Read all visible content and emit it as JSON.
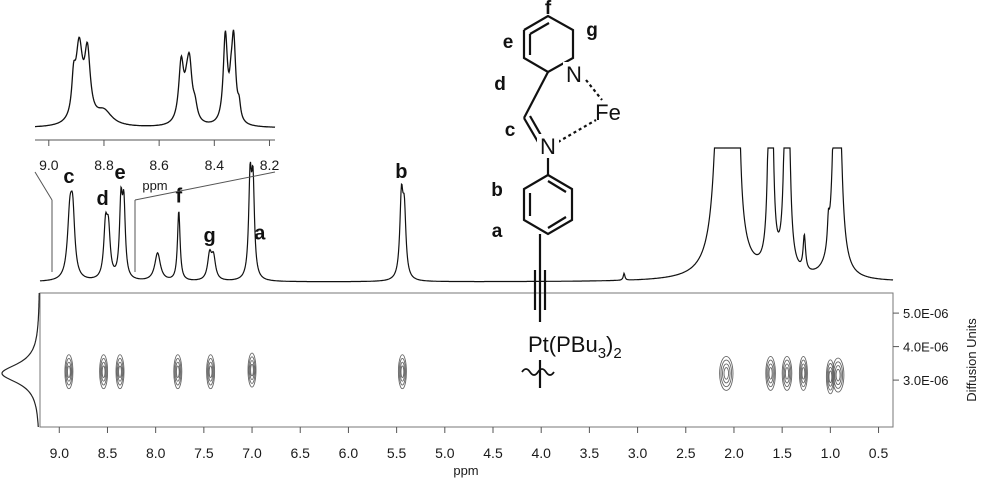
{
  "chart_data": {
    "type": "line",
    "title": "",
    "xlabel": "ppm",
    "xlim": [
      9.2,
      0.35
    ],
    "x_ticks": [
      "9.0",
      "8.5",
      "8.0",
      "7.5",
      "7.0",
      "6.5",
      "6.0",
      "5.5",
      "5.0",
      "4.5",
      "4.0",
      "3.5",
      "3.0",
      "2.5",
      "2.0",
      "1.5",
      "1.0",
      "0.5"
    ],
    "spectrum_peaks": [
      {
        "ppm": 8.89,
        "height": 0.62,
        "width": 0.03
      },
      {
        "ppm": 8.86,
        "height": 0.55,
        "width": 0.025
      },
      {
        "ppm": 8.52,
        "height": 0.5,
        "width": 0.022
      },
      {
        "ppm": 8.49,
        "height": 0.45,
        "width": 0.022
      },
      {
        "ppm": 8.36,
        "height": 0.73,
        "width": 0.018
      },
      {
        "ppm": 8.33,
        "height": 0.7,
        "width": 0.018
      },
      {
        "ppm": 7.98,
        "height": 0.28,
        "width": 0.035
      },
      {
        "ppm": 7.76,
        "height": 0.7,
        "width": 0.016
      },
      {
        "ppm": 7.44,
        "height": 0.25,
        "width": 0.025
      },
      {
        "ppm": 7.4,
        "height": 0.22,
        "width": 0.025
      },
      {
        "ppm": 7.02,
        "height": 0.95,
        "width": 0.018
      },
      {
        "ppm": 6.99,
        "height": 0.9,
        "width": 0.018
      },
      {
        "ppm": 5.45,
        "height": 0.78,
        "width": 0.02
      },
      {
        "ppm": 5.42,
        "height": 0.62,
        "width": 0.02
      },
      {
        "ppm": 3.14,
        "height": 0.07,
        "width": 0.01
      },
      {
        "ppm": 2.12,
        "height": 4.5,
        "width": 0.045
      },
      {
        "ppm": 2.05,
        "height": 4.5,
        "width": 0.04
      },
      {
        "ppm": 1.97,
        "height": 4.5,
        "width": 0.015
      },
      {
        "ppm": 1.62,
        "height": 4.5,
        "width": 0.018
      },
      {
        "ppm": 1.45,
        "height": 4.5,
        "width": 0.02
      },
      {
        "ppm": 1.27,
        "height": 0.35,
        "width": 0.015
      },
      {
        "ppm": 1.02,
        "height": 0.25,
        "width": 0.012
      },
      {
        "ppm": 0.93,
        "height": 4.5,
        "width": 0.03
      }
    ],
    "peak_labels": [
      {
        "text": "c",
        "ppm": 8.9
      },
      {
        "text": "d",
        "ppm": 8.55
      },
      {
        "text": "e",
        "ppm": 8.37
      },
      {
        "text": "f",
        "ppm": 7.76
      },
      {
        "text": "g",
        "ppm": 7.44
      },
      {
        "text": "a",
        "ppm": 6.92
      },
      {
        "text": "b",
        "ppm": 5.45
      }
    ],
    "inset": {
      "xlabel": "ppm",
      "xlim": [
        9.05,
        8.18
      ],
      "x_ticks": [
        "9.0",
        "8.8",
        "8.6",
        "8.4",
        "8.2"
      ]
    },
    "dosy": {
      "ylabel": "Diffusion Units",
      "y_ticks": [
        "5.0E-06",
        "4.0E-06",
        "3.0E-06"
      ],
      "spots": [
        {
          "ppm": 8.9,
          "d": 3.25e-06,
          "w": 0.05
        },
        {
          "ppm": 8.54,
          "d": 3.25e-06,
          "w": 0.05
        },
        {
          "ppm": 8.37,
          "d": 3.25e-06,
          "w": 0.05
        },
        {
          "ppm": 7.77,
          "d": 3.25e-06,
          "w": 0.04
        },
        {
          "ppm": 7.43,
          "d": 3.25e-06,
          "w": 0.04
        },
        {
          "ppm": 7.0,
          "d": 3.3e-06,
          "w": 0.06
        },
        {
          "ppm": 5.44,
          "d": 3.25e-06,
          "w": 0.06
        },
        {
          "ppm": 2.08,
          "d": 3.2e-06,
          "w": 0.14
        },
        {
          "ppm": 1.62,
          "d": 3.2e-06,
          "w": 0.1
        },
        {
          "ppm": 1.45,
          "d": 3.2e-06,
          "w": 0.1
        },
        {
          "ppm": 1.28,
          "d": 3.2e-06,
          "w": 0.06
        },
        {
          "ppm": 1.0,
          "d": 3.1e-06,
          "w": 0.05
        },
        {
          "ppm": 0.92,
          "d": 3.15e-06,
          "w": 0.12
        }
      ]
    }
  },
  "structure": {
    "labels": {
      "f": "f",
      "g": "g",
      "e": "e",
      "d": "d",
      "c": "c",
      "b": "b",
      "a": "a"
    },
    "atoms": {
      "n1": "N",
      "n2": "N",
      "fe": "Fe"
    },
    "pt_text": "Pt(PBu",
    "pt_sub": "3",
    "pt_close": ")",
    "pt_sub2": "2"
  }
}
